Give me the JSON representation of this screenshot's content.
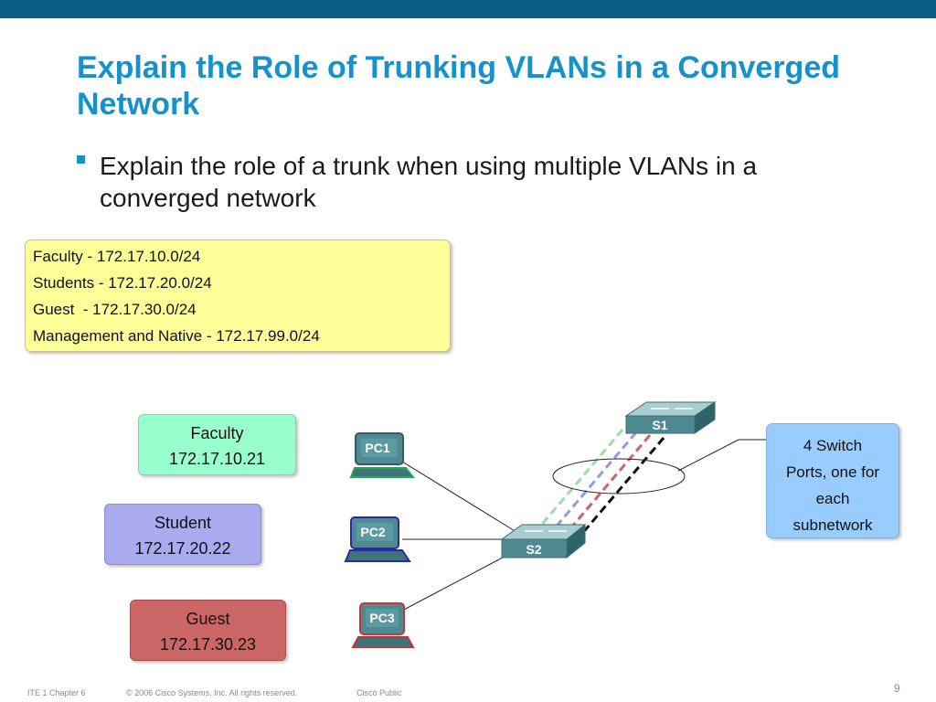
{
  "slide": {
    "title": "Explain the Role of Trunking VLANs in a Converged Network",
    "bullet": "Explain the role of a trunk when using multiple VLANs in a converged network"
  },
  "subnets": [
    "Faculty - 172.17.10.0/24",
    "Students - 172.17.20.0/24",
    "Guest  - 172.17.30.0/24",
    "Management and Native - 172.17.99.0/24"
  ],
  "hosts": {
    "faculty": {
      "name": "Faculty",
      "ip": "172.17.10.21",
      "color": "#99ffcc"
    },
    "student": {
      "name": "Student",
      "ip": "172.17.20.22",
      "color": "#aaaaee"
    },
    "guest": {
      "name": "Guest",
      "ip": "172.17.30.23",
      "color": "#cc6666"
    }
  },
  "devices": {
    "pc1": "PC1",
    "pc2": "PC2",
    "pc3": "PC3",
    "s1": "S1",
    "s2": "S2"
  },
  "callout": [
    "4 Switch",
    "Ports, one for",
    "each",
    "subnetwork"
  ],
  "trunk_colors": [
    "#99ddaa",
    "#9999dd",
    "#cc6666",
    "#111111"
  ],
  "footer": {
    "course": "ITE 1 Chapter 6",
    "copyright": "© 2006 Cisco Systems, Inc. All rights reserved.",
    "classification": "Cisco Public",
    "page": "9"
  },
  "colors": {
    "accent": "#1791c9",
    "topbar": "#0a5d86"
  }
}
